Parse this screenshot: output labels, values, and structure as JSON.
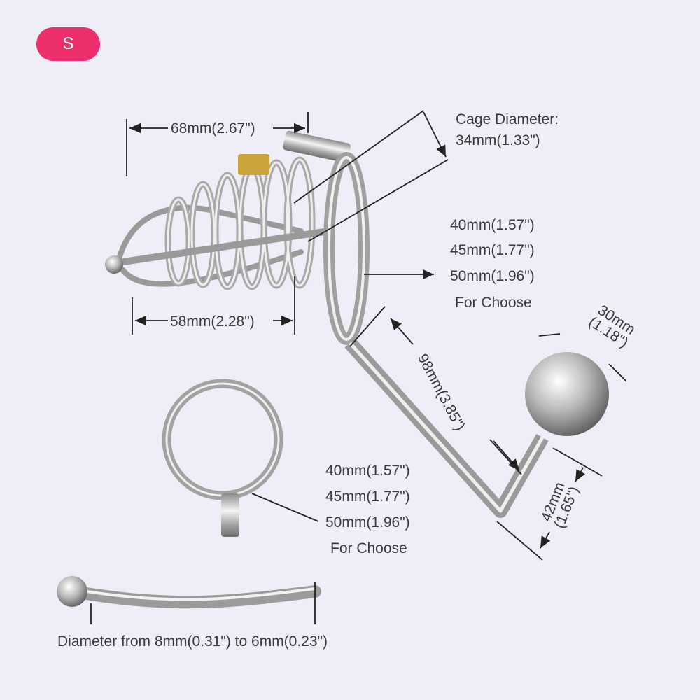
{
  "size_badge": "S",
  "labels": {
    "cage_length": "68mm(2.67\")",
    "cage_diameter_title": "Cage Diameter:",
    "cage_diameter_value": "34mm(1.33\")",
    "ring_sizes_top": [
      "40mm(1.57\")",
      "45mm(1.77\")",
      "50mm(1.96\")",
      "For Choose"
    ],
    "cage_inner_length": "58mm(2.28\")",
    "hook_length": "98mm(3.85\")",
    "ball_diameter": [
      "30mm",
      "(1.18\")"
    ],
    "ball_stem_length": [
      "42mm",
      "(1.65\")"
    ],
    "ring_sizes_bottom": [
      "40mm(1.57\")",
      "45mm(1.77\")",
      "50mm(1.96\")",
      "For Choose"
    ],
    "catheter_diameter": "Diameter from 8mm(0.31\") to 6mm(0.23\")"
  },
  "colors": {
    "background": "#efedf8",
    "badge": "#ec2f6b"
  }
}
